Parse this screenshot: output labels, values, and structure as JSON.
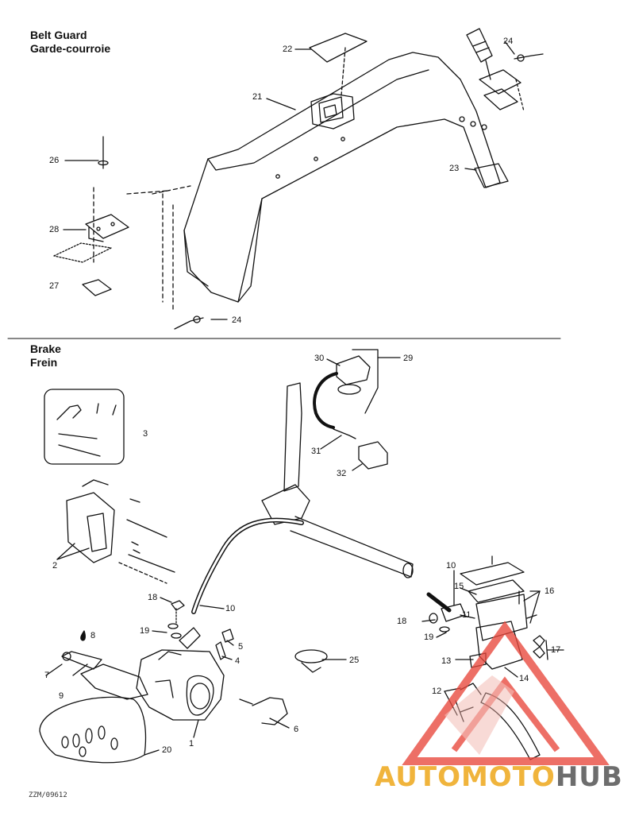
{
  "sections": {
    "belt_guard": {
      "title_en": "Belt Guard",
      "title_fr": "Garde-courroie"
    },
    "brake": {
      "title_en": "Brake",
      "title_fr": "Frein"
    }
  },
  "callouts": {
    "c21": "21",
    "c22": "22",
    "c23": "23",
    "c24a": "24",
    "c24b": "24",
    "c26": "26",
    "c27": "27",
    "c28": "28",
    "c29": "29",
    "c30": "30",
    "c31": "31",
    "c32": "32",
    "c3": "3",
    "c2": "2",
    "c18a": "18",
    "c18b": "18",
    "c10a": "10",
    "c10b": "10",
    "c19a": "19",
    "c19b": "19",
    "c8": "8",
    "c5": "5",
    "c4": "4",
    "c7": "7",
    "c9": "9",
    "c25": "25",
    "c1": "1",
    "c6": "6",
    "c20": "20",
    "c15": "15",
    "c16": "16",
    "c11": "11",
    "c17": "17",
    "c13": "13",
    "c14": "14",
    "c12": "12"
  },
  "drawing_code": "ZZM/09612",
  "watermark": {
    "part1": "AUTOMOTO",
    "part2": "HUB",
    "color_accent": "#f0b43c",
    "color_grey": "#6d6d6d",
    "logo_color": "#e8473c"
  }
}
